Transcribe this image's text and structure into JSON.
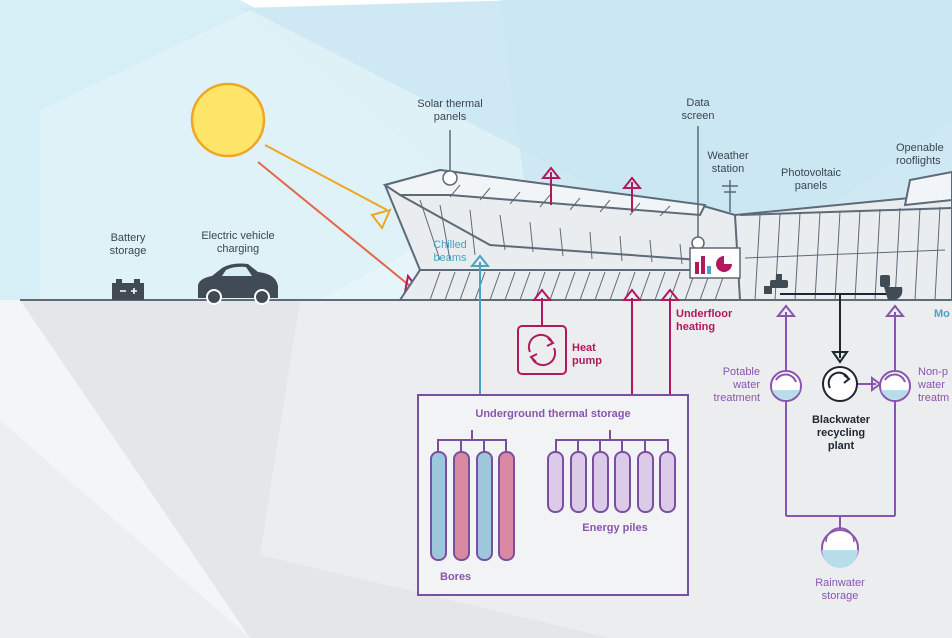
{
  "labels": {
    "solar_thermal": "Solar thermal\npanels",
    "data_screen": "Data\nscreen",
    "weather_station": "Weather\nstation",
    "photovoltaic": "Photovoltaic\npanels",
    "openable_rooflights": "Openable\nrooflights",
    "battery_storage": "Battery\nstorage",
    "ev_charging": "Electric vehicle\ncharging",
    "chilled_beams": "Chilled\nbeams",
    "heat_pump": "Heat\npump",
    "underfloor_heating": "Underfloor\nheating",
    "underground_thermal_storage": "Underground thermal storage",
    "bores": "Bores",
    "energy_piles": "Energy piles",
    "potable_water_treatment": "Potable\nwater\ntreatment",
    "blackwater_plant": "Blackwater\nrecycling\nplant",
    "non_potable_water_treatment": "Non-p\nwater\ntreatm",
    "rainwater_storage": "Rainwater\nstorage",
    "mo_cut": "Mo"
  },
  "colors": {
    "sky": "#d6eef6",
    "ground": "#e4e6e8",
    "building_line": "#5d6a78",
    "building_fill": "#e9edf0",
    "heat_magenta": "#b2195d",
    "chilled_teal": "#4aa3c3",
    "water_purple": "#8a55b0",
    "sun_fill": "#fde56a",
    "sun_stroke": "#f0a524",
    "black": "#1e2630"
  },
  "icons": [
    "sun-icon",
    "battery-icon",
    "car-icon",
    "heat-pump-icon",
    "tap-icon",
    "toilet-icon",
    "weather-station-icon",
    "data-screen-icon"
  ]
}
